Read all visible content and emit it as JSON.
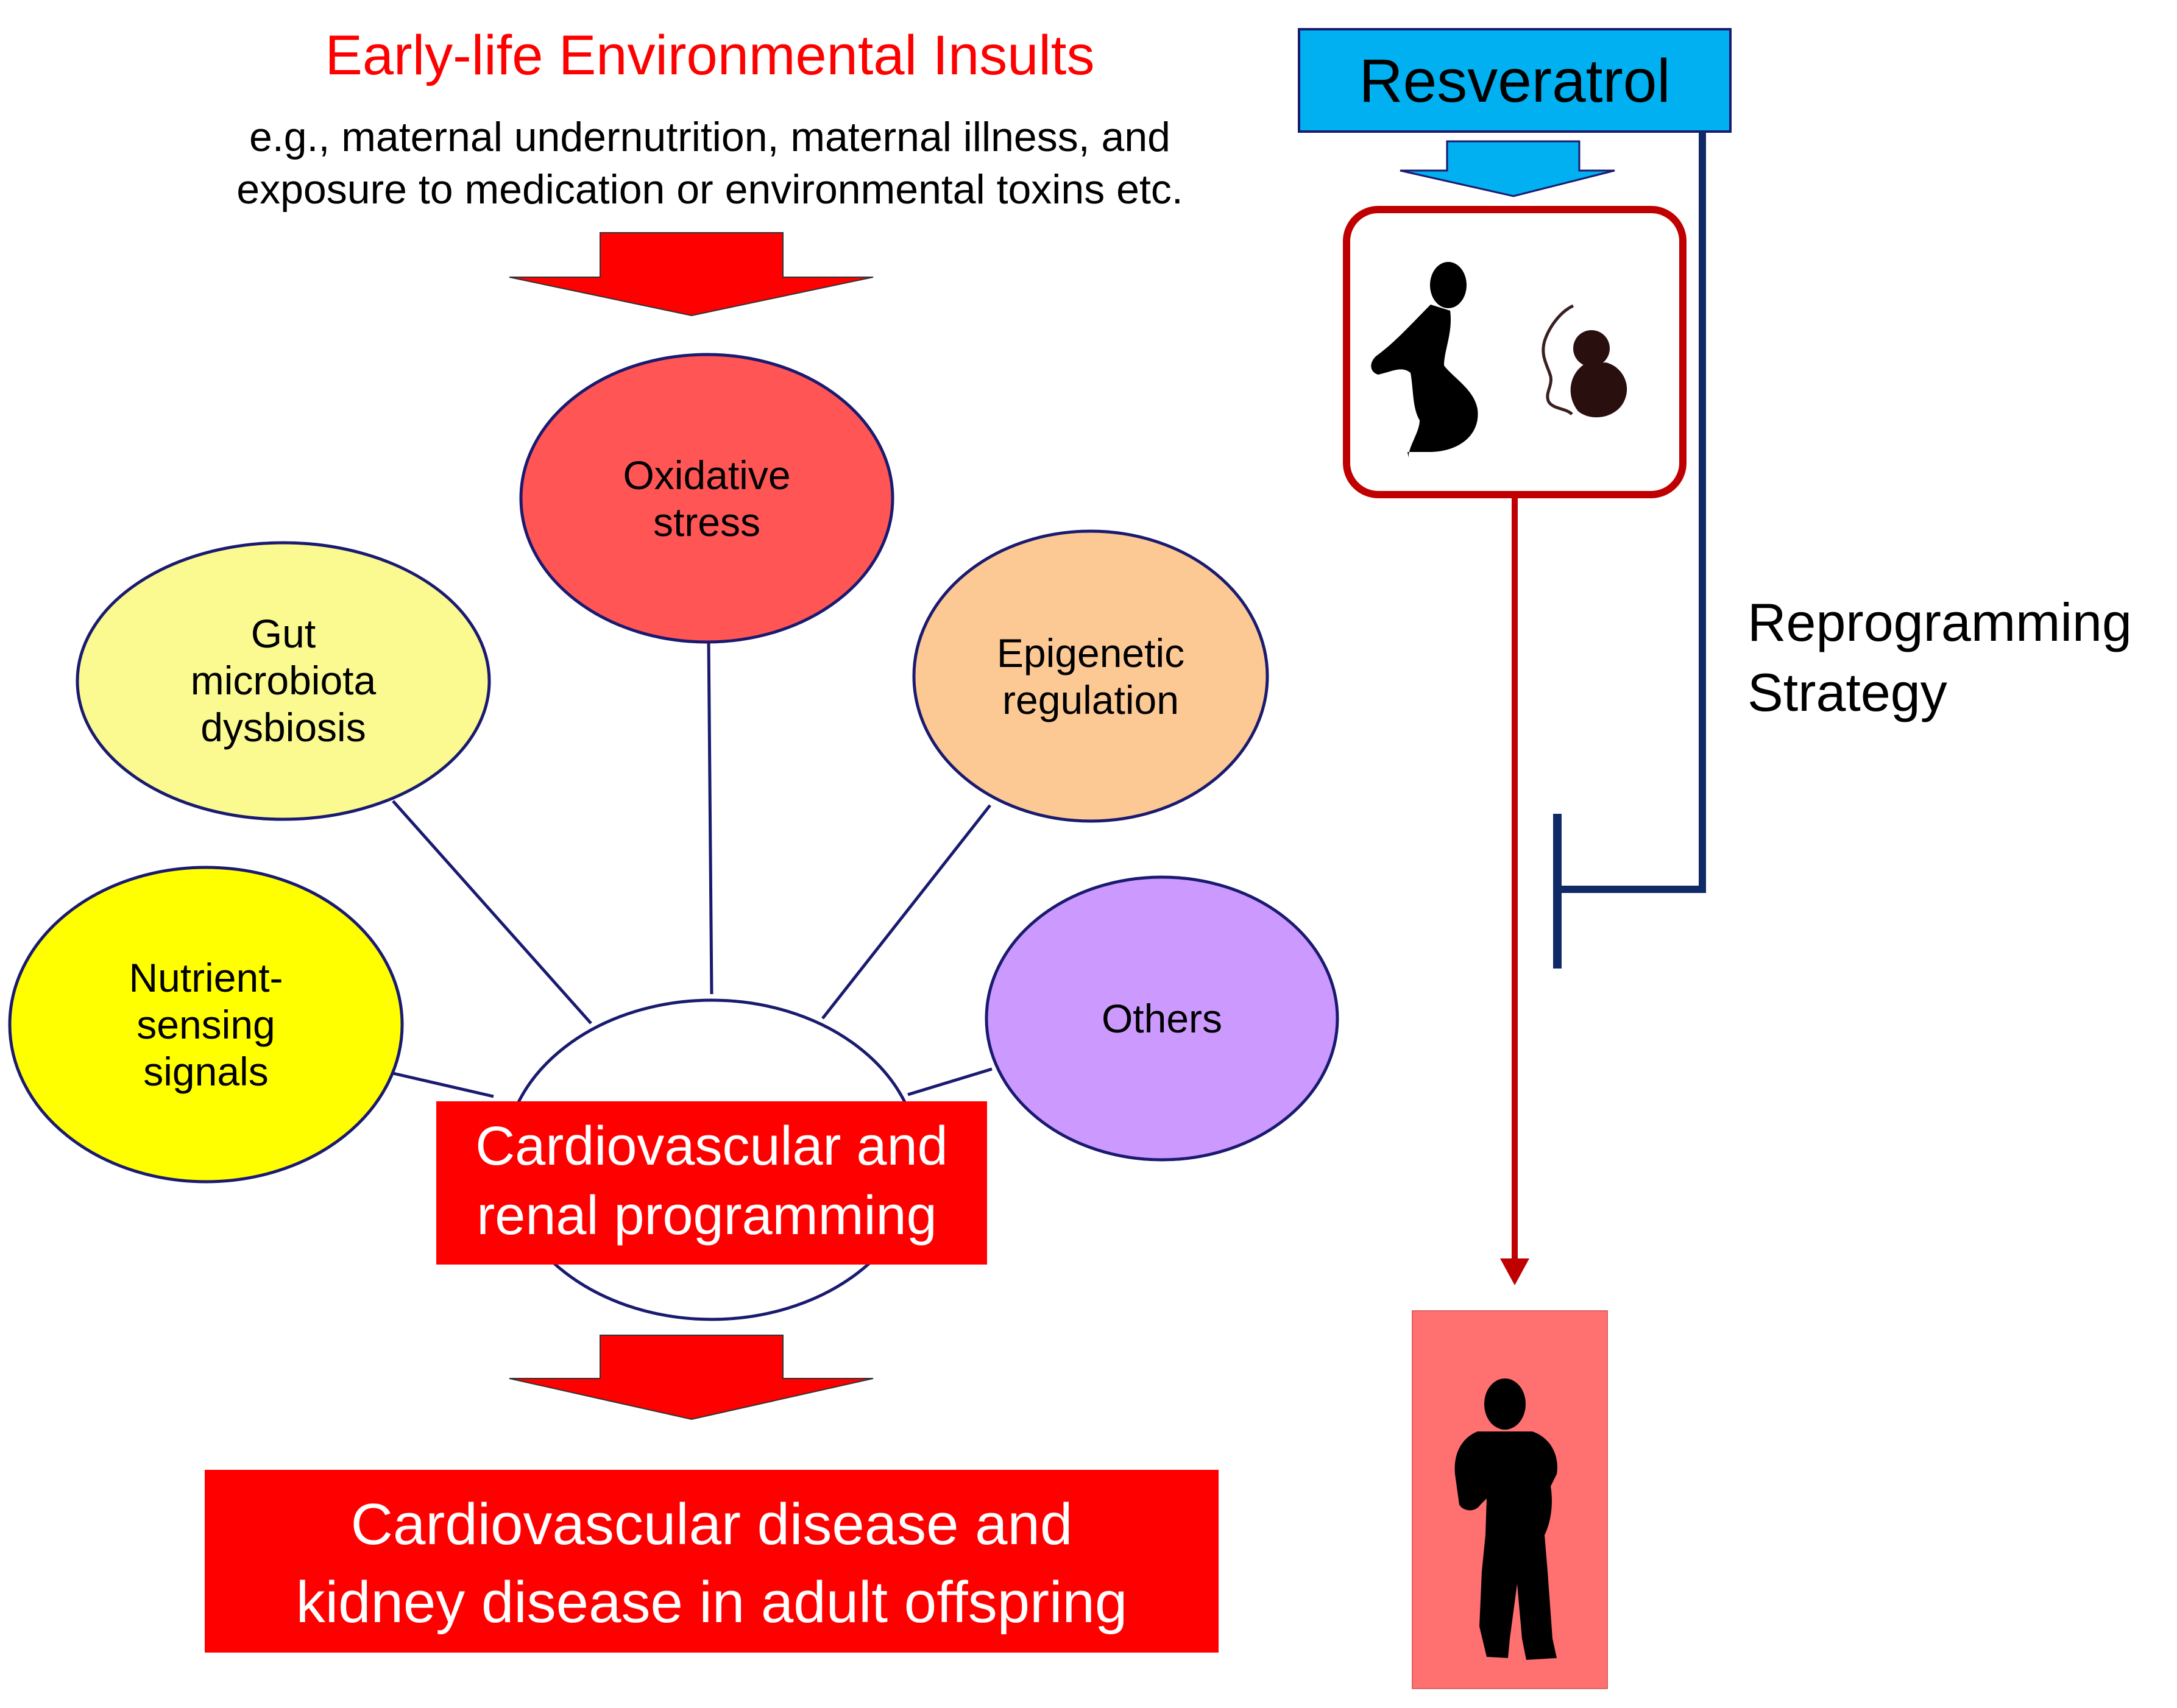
{
  "header": {
    "title": "Early-life Environmental Insults",
    "subtitle_line1": "e.g., maternal undernutrition, maternal illness, and",
    "subtitle_line2": "exposure to medication or environmental toxins etc."
  },
  "mechanisms": [
    {
      "lines": [
        "Oxidative",
        "stress"
      ],
      "fill": "#ff5555"
    },
    {
      "lines": [
        "Gut",
        "microbiota",
        "dysbiosis"
      ],
      "fill": "#fafa90"
    },
    {
      "lines": [
        "Epigenetic",
        "regulation"
      ],
      "fill": "#fcc994"
    },
    {
      "lines": [
        "Nutrient-",
        "sensing",
        "signals"
      ],
      "fill": "#ffff00"
    },
    {
      "lines": [
        "Others"
      ],
      "fill": "#cc99ff"
    }
  ],
  "hub": {
    "line1": "Cardiovascular and",
    "line2": "renal programming"
  },
  "outcome": {
    "line1": "Cardiovascular disease and",
    "line2": "kidney disease in adult offspring"
  },
  "right_panel": {
    "resveratrol": "Resveratrol",
    "strategy_line1": "Reprogramming",
    "strategy_line2": "Strategy"
  },
  "icons": [
    "pregnant-woman-silhouette",
    "fetus-silhouette",
    "adult-man-silhouette"
  ],
  "colors": {
    "red": "#ff0000",
    "resveratrol_box": "#00b0f0",
    "outline_navy": "#1a1a70",
    "frame_dark_red": "#c00000",
    "inhibit_line": "#0f2a66",
    "adult_panel": "#ff7070"
  }
}
